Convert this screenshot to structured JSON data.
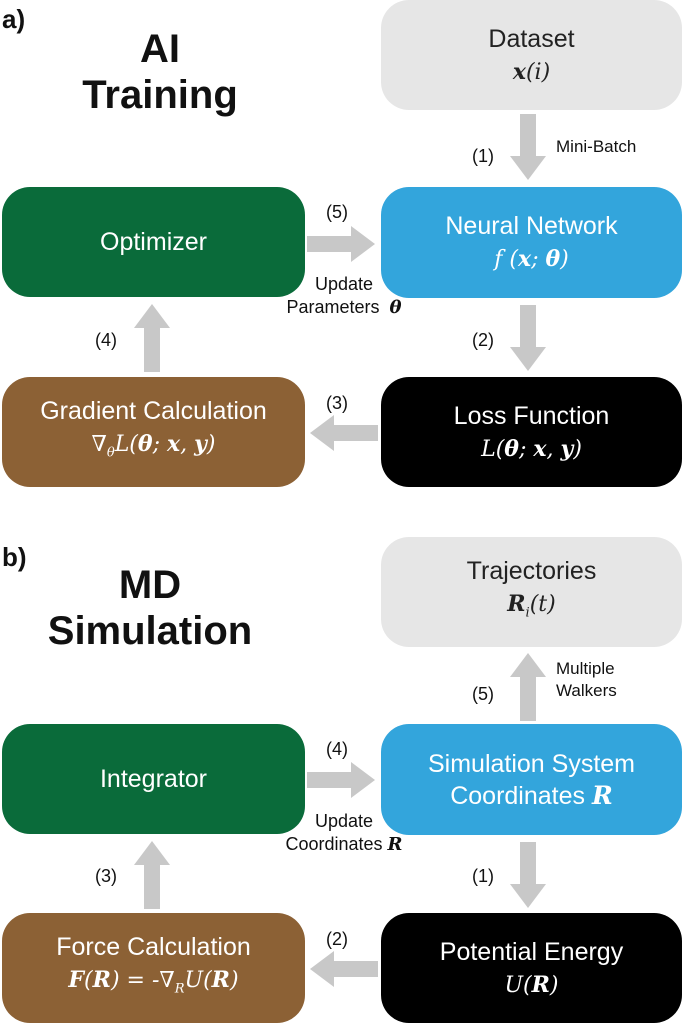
{
  "panel_a": {
    "label": "a)",
    "heading_line1": "AI",
    "heading_line2": "Training",
    "dataset": {
      "title": "Dataset",
      "formula": "x(i)"
    },
    "neural_network": {
      "title": "Neural Network",
      "formula": "f (x; θ)"
    },
    "loss_function": {
      "title": "Loss Function",
      "formula": "L(θ; x, y)"
    },
    "gradient_calculation": {
      "title": "Gradient Calculation",
      "formula": "∇θL(θ; x, y)"
    },
    "optimizer": {
      "title": "Optimizer"
    },
    "steps": {
      "s1": "(1)",
      "s2": "(2)",
      "s3": "(3)",
      "s4": "(4)",
      "s5": "(5)"
    },
    "mini_batch_label": "Mini-Batch",
    "update_line1": "Update",
    "update_line2": "Parameters",
    "update_symbol": "θ"
  },
  "panel_b": {
    "label": "b)",
    "heading_line1": "MD",
    "heading_line2": "Simulation",
    "trajectories": {
      "title": "Trajectories",
      "formula": "Ri(t)"
    },
    "simulation_system": {
      "title_line1": "Simulation System",
      "title_line2": "Coordinates",
      "symbol": "R"
    },
    "potential_energy": {
      "title": "Potential Energy",
      "formula": "U(R)"
    },
    "force_calculation": {
      "title": "Force Calculation",
      "formula": "F(R) = -∇RU(R)"
    },
    "integrator": {
      "title": "Integrator"
    },
    "steps": {
      "s1": "(1)",
      "s2": "(2)",
      "s3": "(3)",
      "s4": "(4)",
      "s5": "(5)"
    },
    "walkers_line1": "Multiple",
    "walkers_line2": "Walkers",
    "update_line1": "Update",
    "update_line2": "Coordinates",
    "update_symbol": "R"
  },
  "colors": {
    "gray": "#e6e6e6",
    "blue": "#33a5dc",
    "green": "#0a6b3a",
    "brown": "#8c6135",
    "black": "#000000",
    "arrow": "#c8c8c8"
  }
}
